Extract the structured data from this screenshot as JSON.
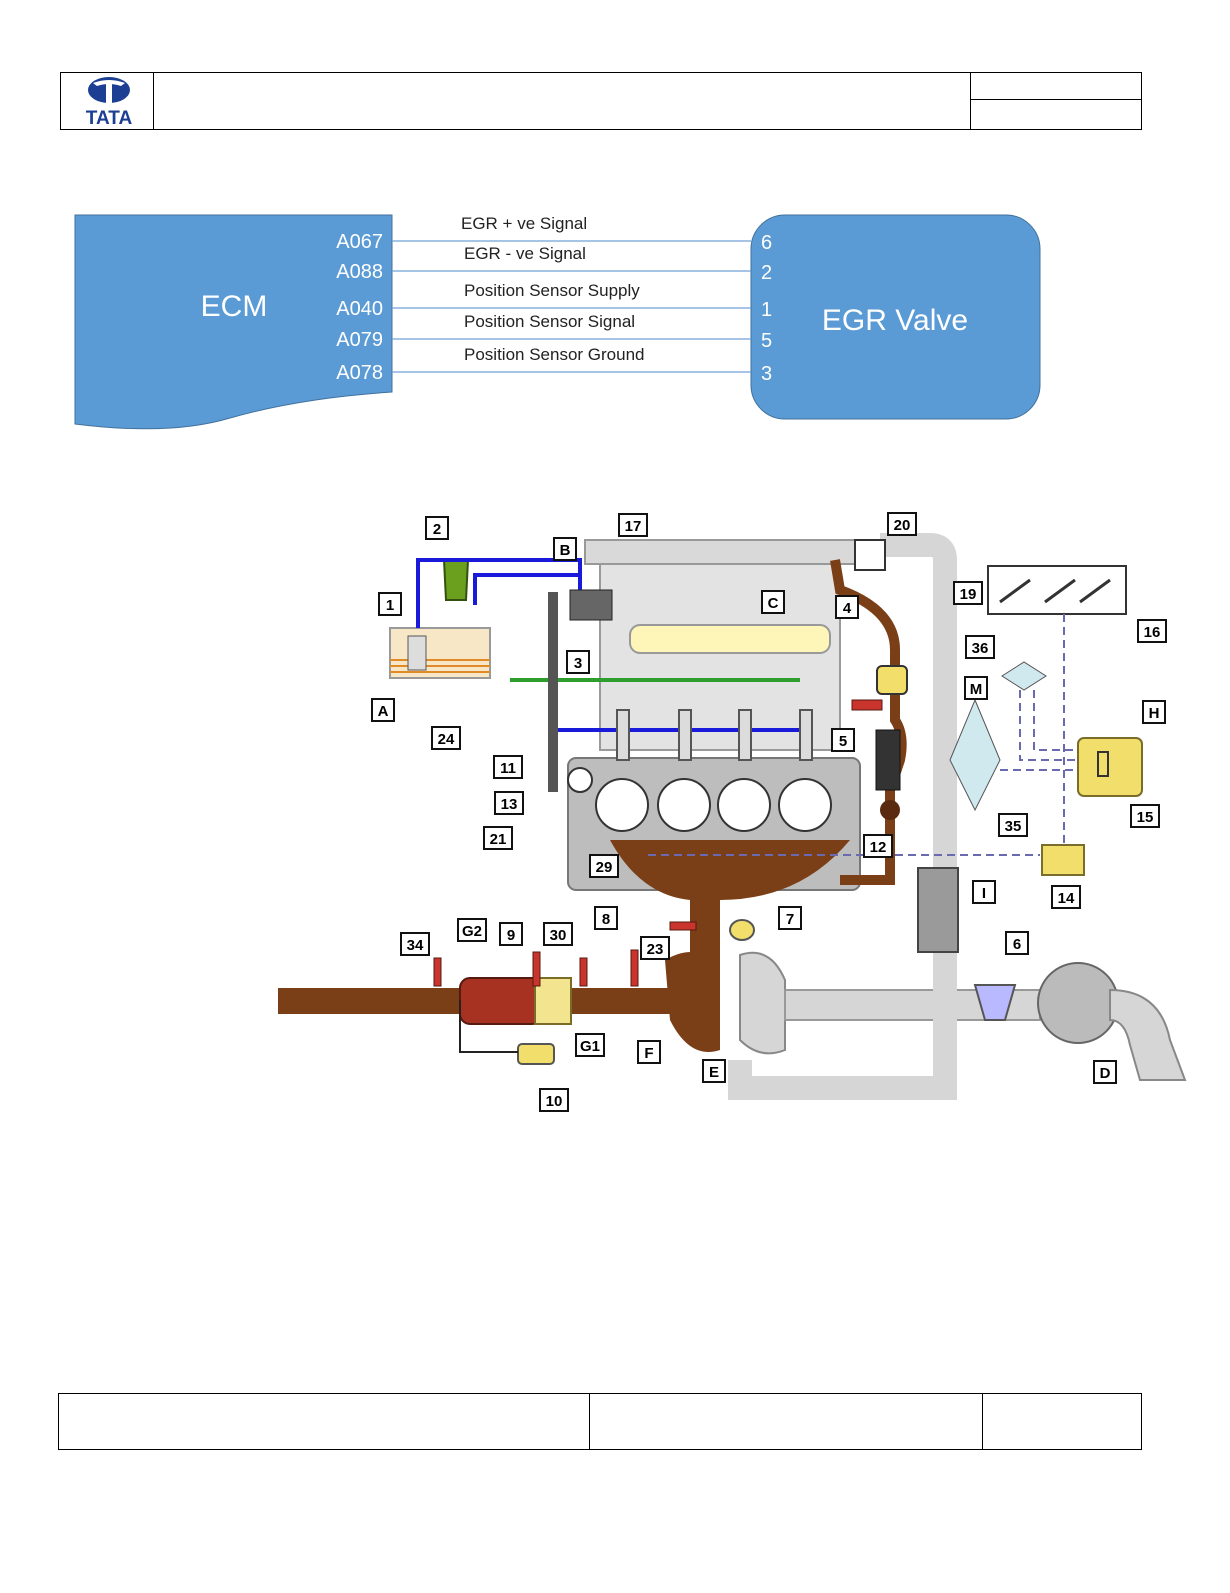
{
  "header": {
    "logo_text": "TATA"
  },
  "wiring": {
    "ecm_label": "ECM",
    "egr_label": "EGR Valve",
    "wires": [
      {
        "ecm_pin": "A067",
        "signal": "EGR + ve Signal",
        "egr_pin": "6"
      },
      {
        "ecm_pin": "A088",
        "signal": "EGR - ve Signal",
        "egr_pin": "2"
      },
      {
        "ecm_pin": "A040",
        "signal": "Position Sensor Supply",
        "egr_pin": "1"
      },
      {
        "ecm_pin": "A079",
        "signal": "Position Sensor Signal",
        "egr_pin": "5"
      },
      {
        "ecm_pin": "A078",
        "signal": "Position Sensor Ground",
        "egr_pin": "3"
      }
    ]
  },
  "engine_diagram": {
    "callouts": [
      "1",
      "2",
      "3",
      "4",
      "5",
      "6",
      "7",
      "8",
      "9",
      "10",
      "11",
      "12",
      "13",
      "14",
      "15",
      "16",
      "17",
      "19",
      "20",
      "21",
      "23",
      "24",
      "29",
      "30",
      "34",
      "35",
      "36",
      "A",
      "B",
      "C",
      "D",
      "E",
      "F",
      "G1",
      "G2",
      "H",
      "I",
      "M"
    ]
  },
  "colors": {
    "box_fill": "#5b9bd5",
    "box_stroke": "#41719c",
    "wire": "#6fa0d8",
    "exhaust": "#7b3f17",
    "fuel_supply": "#1a1adb",
    "fuel_return": "#2e9e2e"
  }
}
